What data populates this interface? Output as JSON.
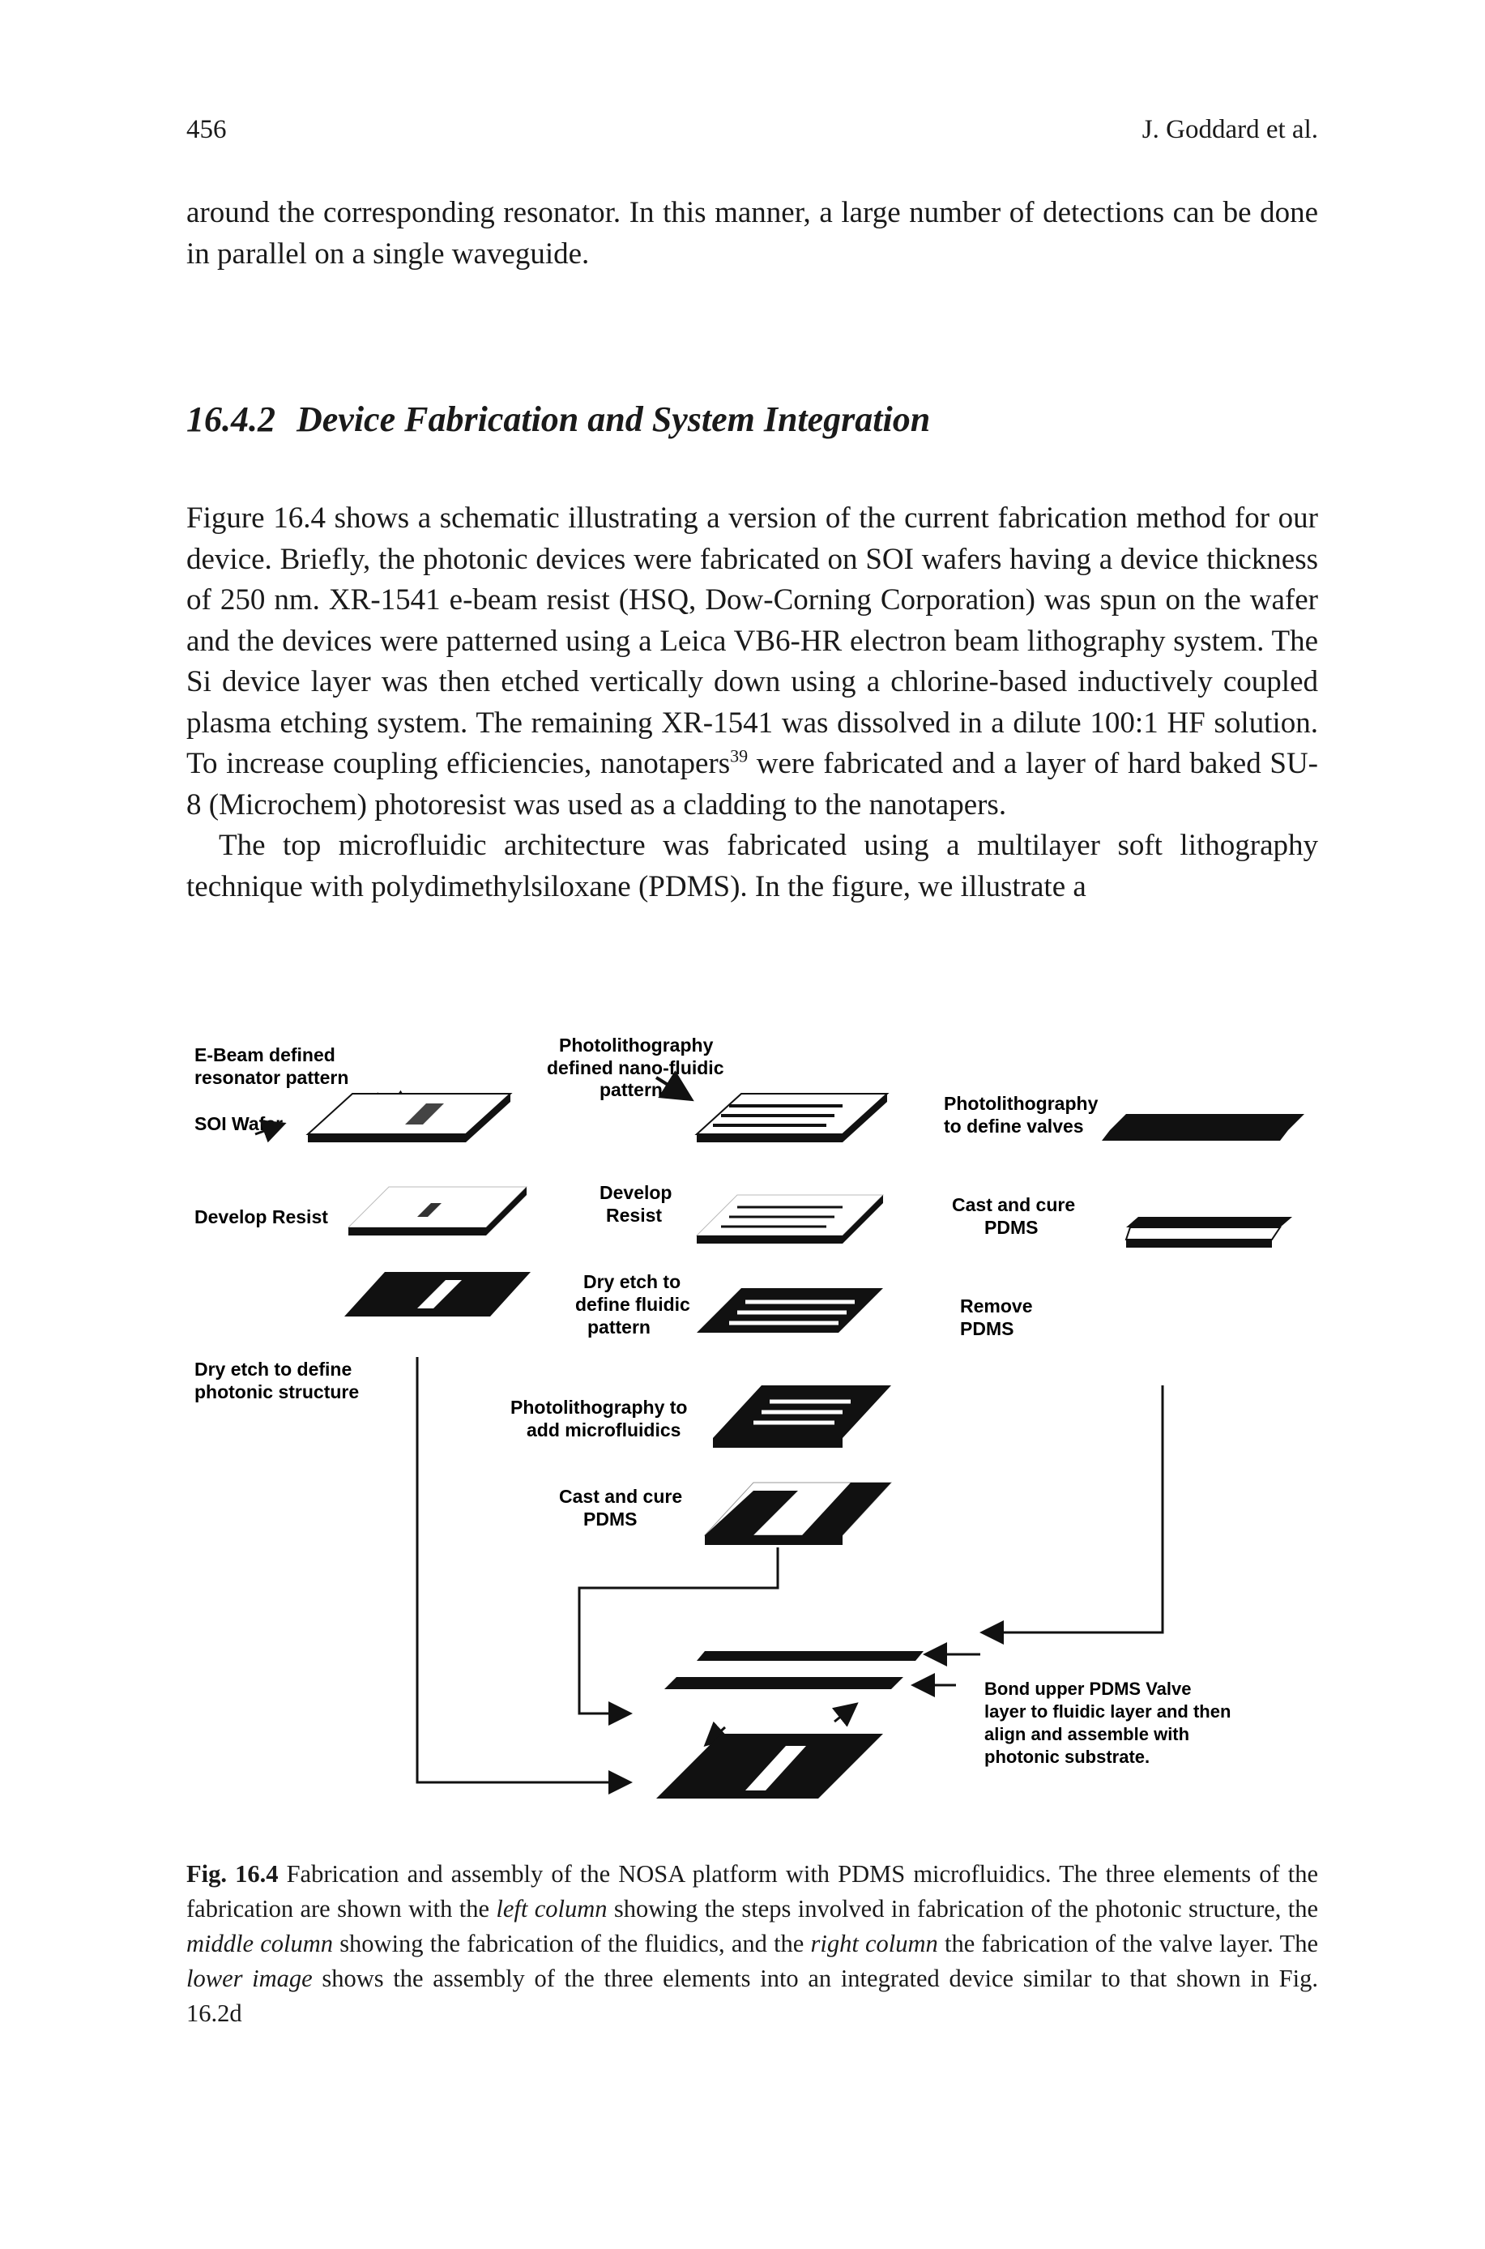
{
  "header": {
    "page_number": "456",
    "running_head": "J. Goddard et al."
  },
  "intro_paragraph": "around the corresponding resonator. In this manner, a large number of detections can be done in parallel on a single waveguide.",
  "section": {
    "number": "16.4.2",
    "title": "Device Fabrication and System Integration"
  },
  "paragraph1": {
    "part1": "Figure 16.4 shows a schematic illustrating a version of the current fabrication method for our device. Briefly, the photonic devices were fabricated on SOI wafers having a device thickness of 250 nm. XR-1541 e-beam resist (HSQ, Dow-Corning Corporation) was spun on the wafer and the devices were patterned using a Leica VB6-HR electron beam lithography system. The Si device layer was then etched vertically down using a chlorine-based inductively coupled plasma etching system. The remaining XR-1541 was dissolved in a dilute 100:1 HF solution. To increase coupling efficiencies, nanotapers",
    "sup": "39",
    "part2": " were fabricated and a layer of hard baked SU-8 (Microchem) photoresist was used as a cladding to the nanotapers."
  },
  "paragraph2": "The top microfluidic architecture was fabricated using a multilayer soft lithography technique with polydimethylsiloxane (PDMS). In the figure, we illustrate a",
  "figure": {
    "left": {
      "ebeam": [
        "E-Beam defined",
        "resonator pattern"
      ],
      "soi": "SOI Wafer",
      "develop": "Develop Resist",
      "dryetch": [
        "Dry etch to define",
        "photonic structure"
      ]
    },
    "middle": {
      "photo": [
        "Photolithography",
        "defined nano-fluidic",
        "pattern"
      ],
      "develop": [
        "Develop",
        "Resist"
      ],
      "dryetch": [
        "Dry etch to",
        "define fluidic",
        "pattern"
      ],
      "photo_micro": [
        "Photolithography to",
        "add microfluidics"
      ],
      "cast": [
        "Cast and cure",
        "PDMS"
      ]
    },
    "right": {
      "photo": [
        "Photolithography",
        "to define valves"
      ],
      "cast": [
        "Cast and cure",
        "PDMS"
      ],
      "remove": [
        "Remove",
        "PDMS"
      ]
    },
    "bond": [
      "Bond upper PDMS Valve",
      "layer to fluidic layer and then",
      "align and assemble with",
      "photonic substrate."
    ]
  },
  "caption": {
    "label": "Fig. 16.4",
    "t1": " Fabrication and assembly of the NOSA platform with PDMS microfluidics. The three elements of the fabrication are shown with the ",
    "i1": "left column",
    "t2": " showing the steps involved in fabrication of the photonic structure, the ",
    "i2": "middle column",
    "t3": " showing the fabrication of the fluidics, and the ",
    "i3": "right column",
    "t4": " the fabrication of the valve layer. The ",
    "i4": "lower image",
    "t5": " shows the assembly of the three elements into an integrated device similar to that shown in Fig. 16.2d"
  }
}
